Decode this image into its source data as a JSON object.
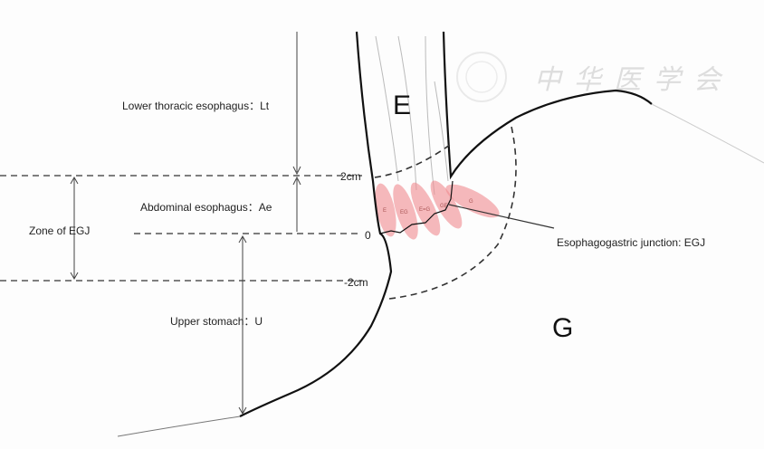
{
  "labels": {
    "lt": "Lower thoracic esophagus：Lt",
    "ae": "Abdominal esophagus：Ae",
    "u": "Upper stomach：U",
    "zone": "Zone of EGJ",
    "egj": "Esophagogastric junction: EGJ",
    "plus2": "2cm",
    "zero": "0",
    "minus2": "-2cm",
    "e": "E",
    "g": "G"
  },
  "subtypes": [
    "E",
    "EG",
    "E=G",
    "GE",
    "G"
  ],
  "watermark": "中华医学会",
  "colors": {
    "ellipse": "#f08a8f",
    "line": "#111111"
  }
}
